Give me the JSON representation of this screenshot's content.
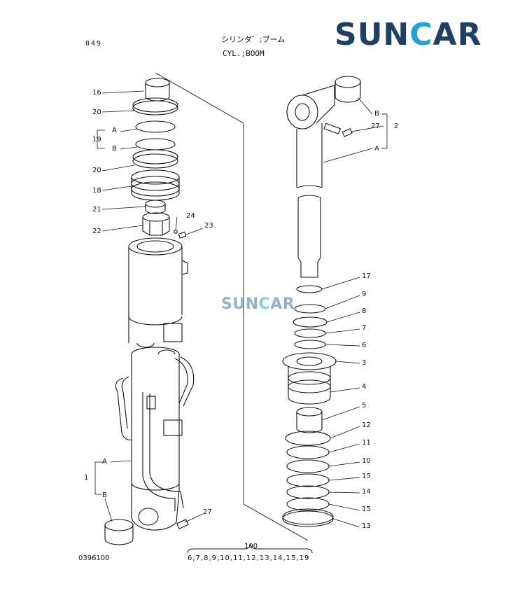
{
  "header": {
    "page_number": "049",
    "title_jp": "シリンダ゛;ブーム",
    "title_en": "CYL.;BOOM"
  },
  "logo": {
    "left": "SUN",
    "accent": "C",
    "right": "AR",
    "color": "#1f3f63",
    "accent_color": "#27a0d3"
  },
  "watermark": {
    "left": "SUN",
    "accent": "C",
    "right": "AR"
  },
  "footer": {
    "drawing_code": "0396100",
    "kit_total": "100",
    "kit_parts": "6,7,8,9,10,11,12,13,14,15,19"
  },
  "callouts": {
    "p16": "16",
    "p20a": "20",
    "p19": "19",
    "p19a": "A",
    "p19b": "B",
    "p20b": "20",
    "p18": "18",
    "p21": "21",
    "p22": "22",
    "p24": "24",
    "p23": "23",
    "p1": "1",
    "p1a": "A",
    "p1b": "B",
    "p27a": "27",
    "p2b": "B",
    "p2a": "A",
    "p27b": "27",
    "p2": "2",
    "p17": "17",
    "p9": "9",
    "p8": "8",
    "p7": "7",
    "p6": "6",
    "p3": "3",
    "p4": "4",
    "p5": "5",
    "p12": "12",
    "p11": "11",
    "p10": "10",
    "p15a": "15",
    "p14": "14",
    "p15b": "15",
    "p13": "13"
  }
}
